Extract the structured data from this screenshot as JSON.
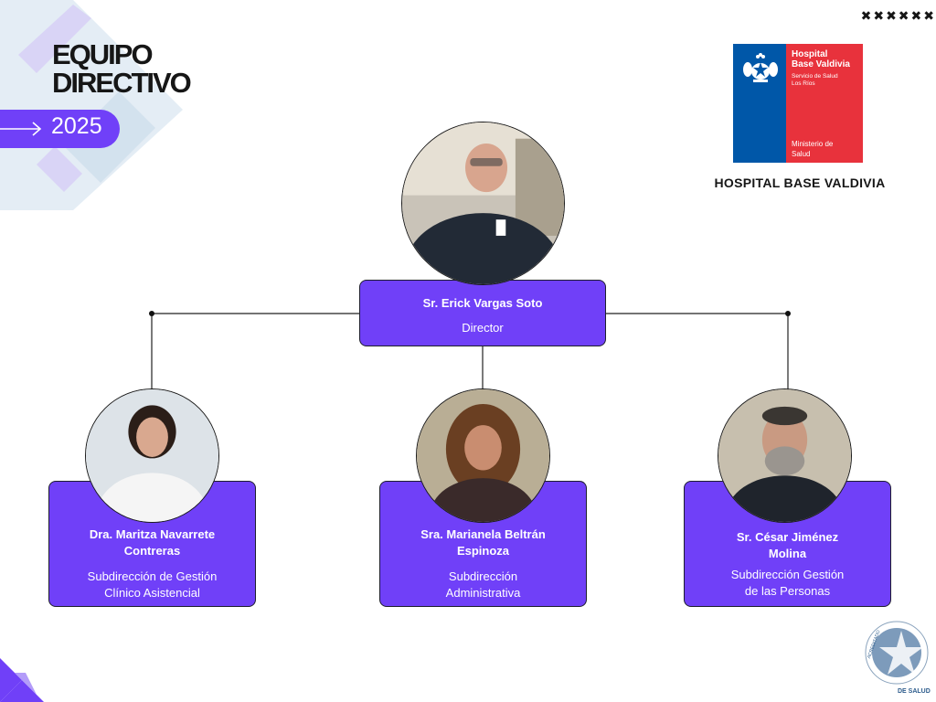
{
  "header": {
    "title_line1": "EQUIPO",
    "title_line2": "DIRECTIVO",
    "year": "2025",
    "stars": "✖✖✖✖✖✖"
  },
  "logo": {
    "line1": "Hospital",
    "line2": "Base Valdivia",
    "line3": "Servicio de Salud",
    "line4": "Los Ríos",
    "line5": "Ministerio de",
    "line6": "Salud",
    "caption": "HOSPITAL BASE VALDIVIA"
  },
  "director": {
    "name": "Sr. Erick Vargas Soto",
    "role": "Director"
  },
  "subdirectors": [
    {
      "name_line1": "Dra. Maritza Navarrete",
      "name_line2": "Contreras",
      "role_line1": "Subdirección de Gestión",
      "role_line2": "Clínico Asistencial"
    },
    {
      "name_line1": "Sra. Marianela Beltrán",
      "name_line2": "Espinoza",
      "role_line1": "Subdirección",
      "role_line2": "Administrativa"
    },
    {
      "name_line1": "Sr. César Jiménez",
      "name_line2": "Molina",
      "role_line1": "Subdirección Gestión",
      "role_line2": "de las Personas"
    }
  ],
  "seal": {
    "text1": "ACREDITADO",
    "text2": "DE SALUD"
  },
  "colors": {
    "accent": "#7040f8",
    "deco_light": "#dde8f2",
    "deco_lavender": "#d9d4f6",
    "logo_blue": "#0057a8",
    "logo_red": "#e8323c"
  }
}
